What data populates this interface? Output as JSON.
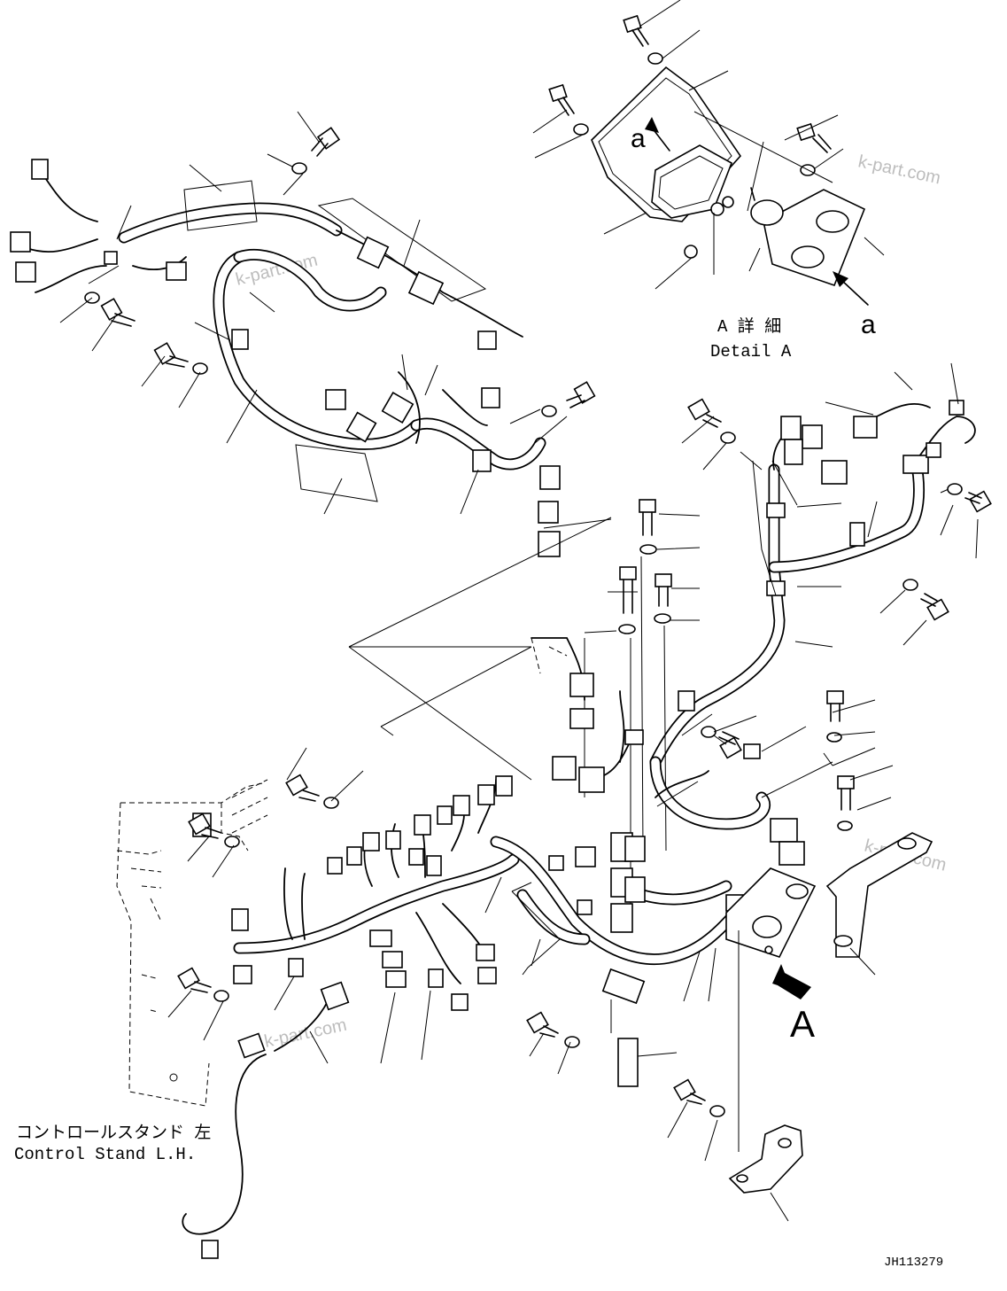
{
  "detail": {
    "title_jp": "A 詳 細",
    "title_en": "Detail A",
    "view_letter": "A",
    "ref_letter": "a"
  },
  "control_stand": {
    "label_jp": "コントロールスタンド 左",
    "label_en": "Control Stand L.H."
  },
  "drawing_number": "JH113279",
  "watermark": "k-part.com",
  "colors": {
    "line": "#000000",
    "background": "#ffffff",
    "watermark": "#bdbdbd"
  }
}
